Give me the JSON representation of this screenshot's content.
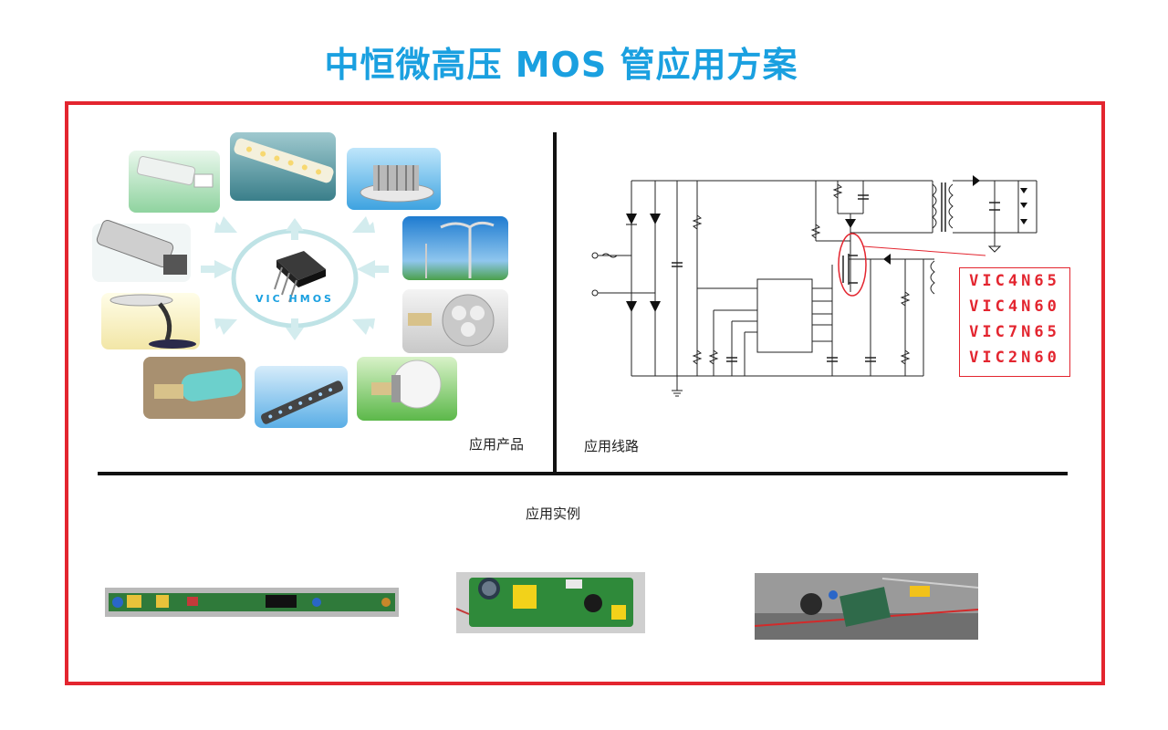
{
  "page": {
    "title": "中恒微高压 MOS 管应用方案"
  },
  "products": {
    "caption": "应用产品",
    "chip_label": "VIC  HMOS",
    "items": [
      {
        "icon": "pl-lamp-icon"
      },
      {
        "icon": "led-tube-icon"
      },
      {
        "icon": "downlight-icon"
      },
      {
        "icon": "street-light-icon"
      },
      {
        "icon": "spotlight-icon"
      },
      {
        "icon": "bulb-icon"
      },
      {
        "icon": "wall-washer-icon"
      },
      {
        "icon": "corn-lamp-icon"
      },
      {
        "icon": "desk-lamp-icon"
      },
      {
        "icon": "explosion-proof-lamp-icon"
      }
    ]
  },
  "circuit": {
    "caption": "应用线路",
    "models": [
      "VIC4N65",
      "VIC4N60",
      "VIC7N65",
      "VIC2N60"
    ],
    "highlight_color": "#e3252f"
  },
  "examples": {
    "caption": "应用实例",
    "boards": [
      {
        "icon": "tube-driver-board-icon"
      },
      {
        "icon": "bulb-driver-board-icon"
      },
      {
        "icon": "installed-driver-board-icon"
      }
    ]
  },
  "colors": {
    "title": "#1aa0e0",
    "frame": "#e3252f",
    "divider": "#111111"
  }
}
